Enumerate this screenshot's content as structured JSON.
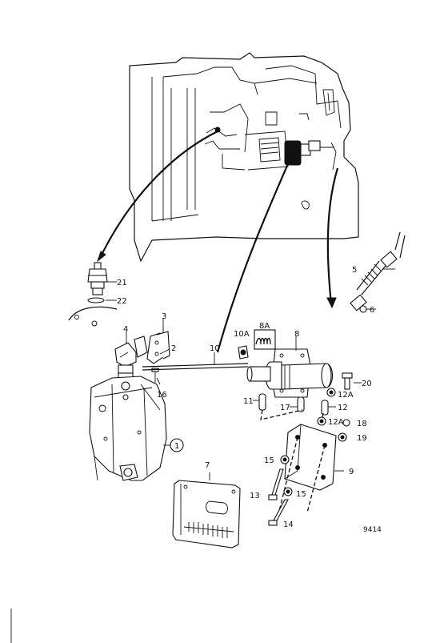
{
  "callouts": [
    {
      "id": "c1",
      "text": "1"
    },
    {
      "id": "c2",
      "text": "2"
    },
    {
      "id": "c3",
      "text": "3"
    },
    {
      "id": "c4",
      "text": "4"
    },
    {
      "id": "c5",
      "text": "5"
    },
    {
      "id": "c6",
      "text": "6"
    },
    {
      "id": "c7",
      "text": "7"
    },
    {
      "id": "c8",
      "text": "8"
    },
    {
      "id": "c8a",
      "text": "8A"
    },
    {
      "id": "c9",
      "text": "9"
    },
    {
      "id": "c10",
      "text": "10"
    },
    {
      "id": "c10a",
      "text": "10A"
    },
    {
      "id": "c11",
      "text": "11"
    },
    {
      "id": "c12",
      "text": "12"
    },
    {
      "id": "c12a_top",
      "text": "12A"
    },
    {
      "id": "c12a_mid",
      "text": "12A"
    },
    {
      "id": "c13",
      "text": "13"
    },
    {
      "id": "c14",
      "text": "14"
    },
    {
      "id": "c15_top",
      "text": "15"
    },
    {
      "id": "c15_bot",
      "text": "15"
    },
    {
      "id": "c16",
      "text": "16"
    },
    {
      "id": "c17",
      "text": "17"
    },
    {
      "id": "c18",
      "text": "18"
    },
    {
      "id": "c19",
      "text": "19"
    },
    {
      "id": "c20",
      "text": "20"
    },
    {
      "id": "c21",
      "text": "21"
    },
    {
      "id": "c22",
      "text": "22"
    }
  ],
  "drawing_ref": "9414"
}
